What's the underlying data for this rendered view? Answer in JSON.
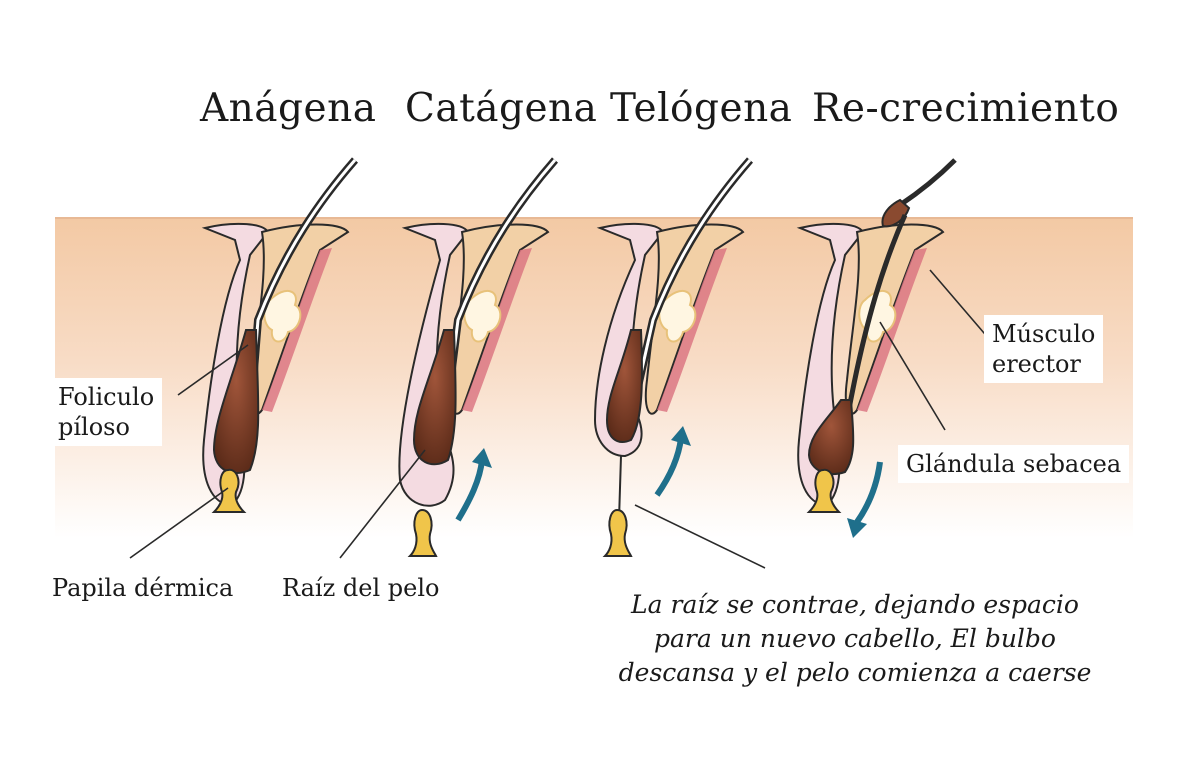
{
  "stages": [
    "Anágena",
    "Catágena",
    "Telógena",
    "Re-crecimiento"
  ],
  "labels": {
    "foliculo_1": "Foliculo",
    "foliculo_2": "píloso",
    "papila": "Papila dérmica",
    "raiz": "Raíz del pelo",
    "musculo_1": "Músculo",
    "musculo_2": "erector",
    "glandula": "Glándula sebacea"
  },
  "note": {
    "line1": "La raíz se contrae, dejando espacio",
    "line2": "para un nuevo cabello, El bulbo",
    "line3": "descansa y el pelo comienza a caerse"
  },
  "colors": {
    "skin_top": "#f3c9a4",
    "skin_bottom": "#ffffff",
    "sheath": "#f4dbe1",
    "outline": "#2a2a2a",
    "muscle": "#d9707e",
    "gland": "#f2d0a6",
    "hair": "#6b3420",
    "papilla": "#f0c54a",
    "arrow": "#1f6f8b"
  },
  "icons": [
    "growth-arrow-up-icon",
    "regrowth-arrow-down-icon"
  ]
}
